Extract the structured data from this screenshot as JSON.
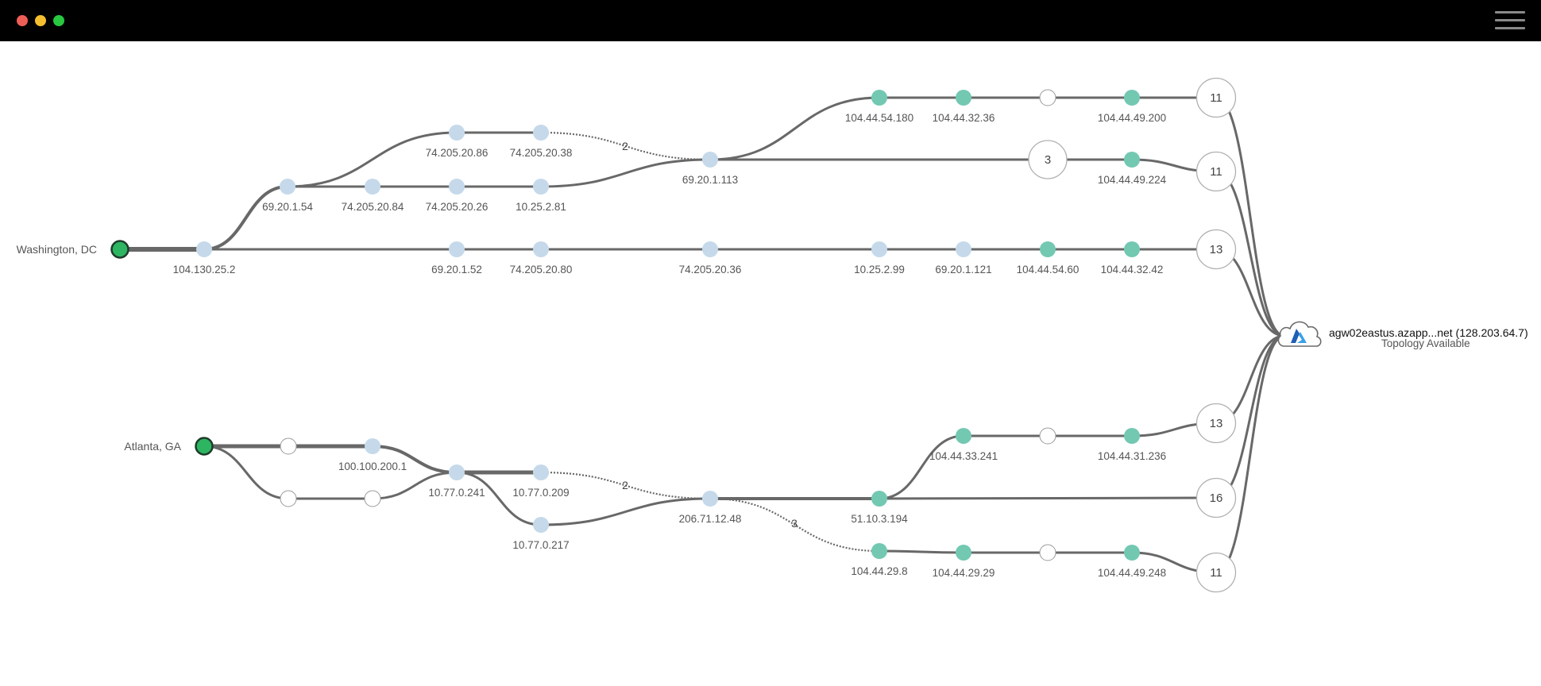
{
  "colors": {
    "titlebar": "#000000",
    "close": "#ed5f56",
    "minimize": "#f5be2e",
    "maximize": "#28c840",
    "link": "#686868",
    "hop_blue": "#c5d9ea",
    "hop_teal": "#73c8b2",
    "source_green": "#2db561",
    "unknown_hop": "#ffffff"
  },
  "window": {
    "menu_icon": "hamburger-icon"
  },
  "sources": [
    {
      "id": "wdc",
      "label": "Washington, DC"
    },
    {
      "id": "atl",
      "label": "Atlanta, GA"
    }
  ],
  "destination": {
    "icon": "azure-cloud-icon",
    "title": "agw02eastus.azapp...net (128.203.64.7)",
    "status": "Topology Available"
  },
  "nodes": [
    {
      "id": "w1",
      "label": "104.130.25.2",
      "kind": "blue"
    },
    {
      "id": "w2",
      "label": "69.20.1.54",
      "kind": "blue"
    },
    {
      "id": "w3",
      "label": "74.205.20.86",
      "kind": "blue"
    },
    {
      "id": "w4",
      "label": "74.205.20.38",
      "kind": "blue"
    },
    {
      "id": "w5",
      "label": "74.205.20.84",
      "kind": "blue"
    },
    {
      "id": "w6",
      "label": "74.205.20.26",
      "kind": "blue"
    },
    {
      "id": "w7",
      "label": "10.25.2.81",
      "kind": "blue"
    },
    {
      "id": "w8",
      "label": "69.20.1.113",
      "kind": "blue"
    },
    {
      "id": "w9",
      "label": "104.44.54.180",
      "kind": "teal"
    },
    {
      "id": "w10",
      "label": "104.44.32.36",
      "kind": "teal"
    },
    {
      "id": "w11",
      "label": "",
      "kind": "white"
    },
    {
      "id": "w12",
      "label": "104.44.49.200",
      "kind": "teal"
    },
    {
      "id": "w13",
      "label": "104.44.49.224",
      "kind": "teal"
    },
    {
      "id": "w14",
      "label": "69.20.1.52",
      "kind": "blue"
    },
    {
      "id": "w15",
      "label": "74.205.20.80",
      "kind": "blue"
    },
    {
      "id": "w16",
      "label": "74.205.20.36",
      "kind": "blue"
    },
    {
      "id": "w17",
      "label": "10.25.2.99",
      "kind": "blue"
    },
    {
      "id": "w18",
      "label": "69.20.1.121",
      "kind": "blue"
    },
    {
      "id": "w19",
      "label": "104.44.54.60",
      "kind": "teal"
    },
    {
      "id": "w20",
      "label": "104.44.32.42",
      "kind": "teal"
    },
    {
      "id": "a1",
      "label": "",
      "kind": "white"
    },
    {
      "id": "a2",
      "label": "100.100.200.1",
      "kind": "blue"
    },
    {
      "id": "a3",
      "label": "",
      "kind": "white"
    },
    {
      "id": "a4",
      "label": "",
      "kind": "white"
    },
    {
      "id": "a5",
      "label": "10.77.0.241",
      "kind": "blue"
    },
    {
      "id": "a6",
      "label": "10.77.0.209",
      "kind": "blue"
    },
    {
      "id": "a7",
      "label": "10.77.0.217",
      "kind": "blue"
    },
    {
      "id": "a8",
      "label": "206.71.12.48",
      "kind": "blue"
    },
    {
      "id": "a9",
      "label": "51.10.3.194",
      "kind": "teal"
    },
    {
      "id": "a10",
      "label": "104.44.33.241",
      "kind": "teal"
    },
    {
      "id": "a11",
      "label": "",
      "kind": "white"
    },
    {
      "id": "a12",
      "label": "104.44.31.236",
      "kind": "teal"
    },
    {
      "id": "a13",
      "label": "104.44.29.8",
      "kind": "teal"
    },
    {
      "id": "a14",
      "label": "104.44.29.29",
      "kind": "teal"
    },
    {
      "id": "a15",
      "label": "",
      "kind": "white"
    },
    {
      "id": "a16",
      "label": "104.44.49.248",
      "kind": "teal"
    }
  ],
  "hidden_hop_groups": [
    {
      "id": "c1",
      "count": "11"
    },
    {
      "id": "c2",
      "count": "11"
    },
    {
      "id": "c3",
      "count": "13"
    },
    {
      "id": "c4",
      "count": "13"
    },
    {
      "id": "c5",
      "count": "16"
    },
    {
      "id": "c6",
      "count": "11"
    },
    {
      "id": "cm",
      "count": "3"
    }
  ],
  "hop_counts": [
    {
      "id": "h1",
      "value": "2"
    },
    {
      "id": "h2",
      "value": "2"
    },
    {
      "id": "h3",
      "value": "3"
    }
  ]
}
